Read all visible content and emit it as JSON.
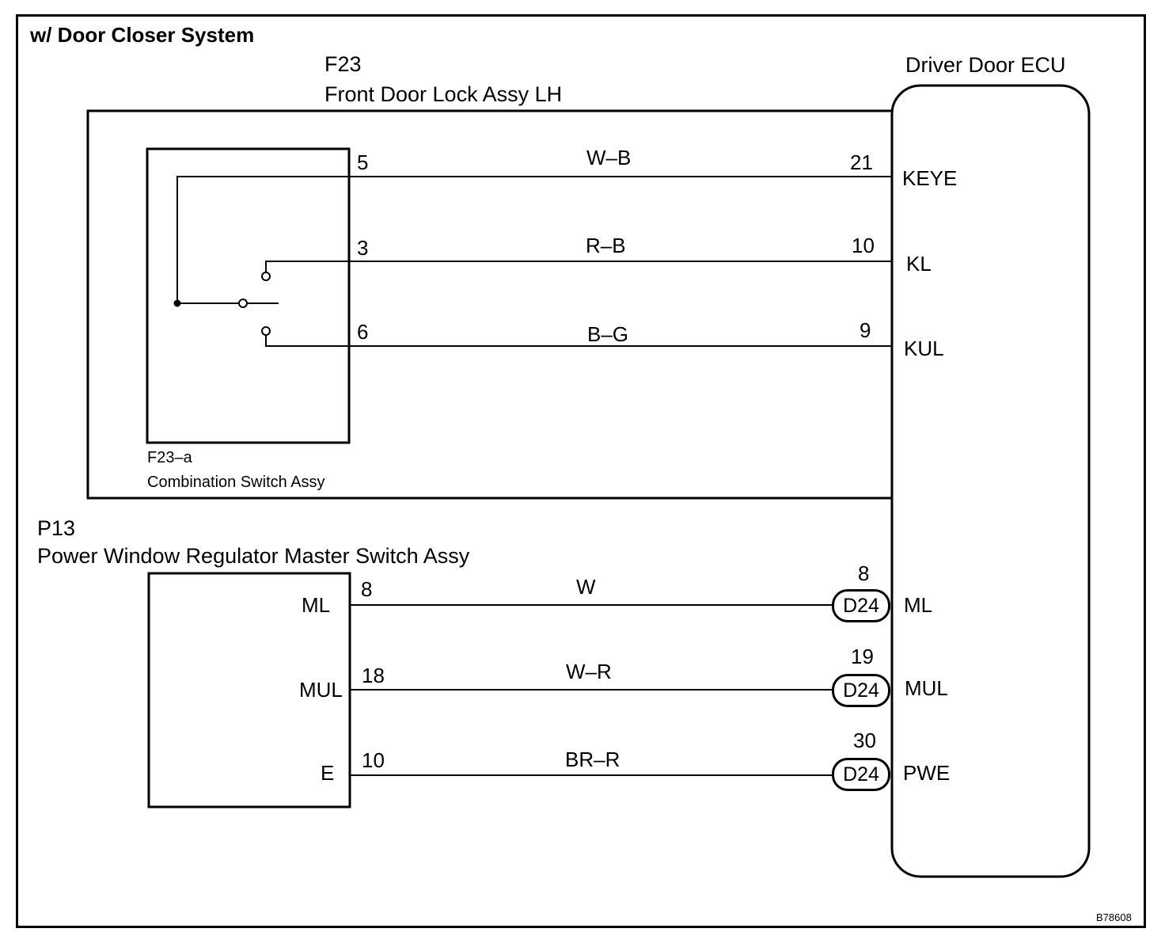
{
  "title": "w/ Door Closer System",
  "figure_id": "B78608",
  "components": {
    "f23": {
      "code": "F23",
      "name": "Front Door Lock Assy LH"
    },
    "f23a": {
      "code": "F23–a",
      "name": "Combination Switch Assy"
    },
    "p13": {
      "code": "P13",
      "name": "Power Window Regulator Master Switch Assy"
    },
    "ecu": {
      "name": "Driver Door ECU"
    }
  },
  "f23_wires": [
    {
      "from_pin": "5",
      "color": "W–B",
      "to_pin": "21",
      "terminal": "KEYE"
    },
    {
      "from_pin": "3",
      "color": "R–B",
      "to_pin": "10",
      "terminal": "KL"
    },
    {
      "from_pin": "6",
      "color": "B–G",
      "to_pin": "9",
      "terminal": "KUL"
    }
  ],
  "p13_wires": [
    {
      "terminal_left": "ML",
      "from_pin": "8",
      "color": "W",
      "connector": "D24",
      "to_pin": "8",
      "terminal_right": "ML"
    },
    {
      "terminal_left": "MUL",
      "from_pin": "18",
      "color": "W–R",
      "connector": "D24",
      "to_pin": "19",
      "terminal_right": "MUL"
    },
    {
      "terminal_left": "E",
      "from_pin": "10",
      "color": "BR–R",
      "connector": "D24",
      "to_pin": "30",
      "terminal_right": "PWE"
    }
  ]
}
